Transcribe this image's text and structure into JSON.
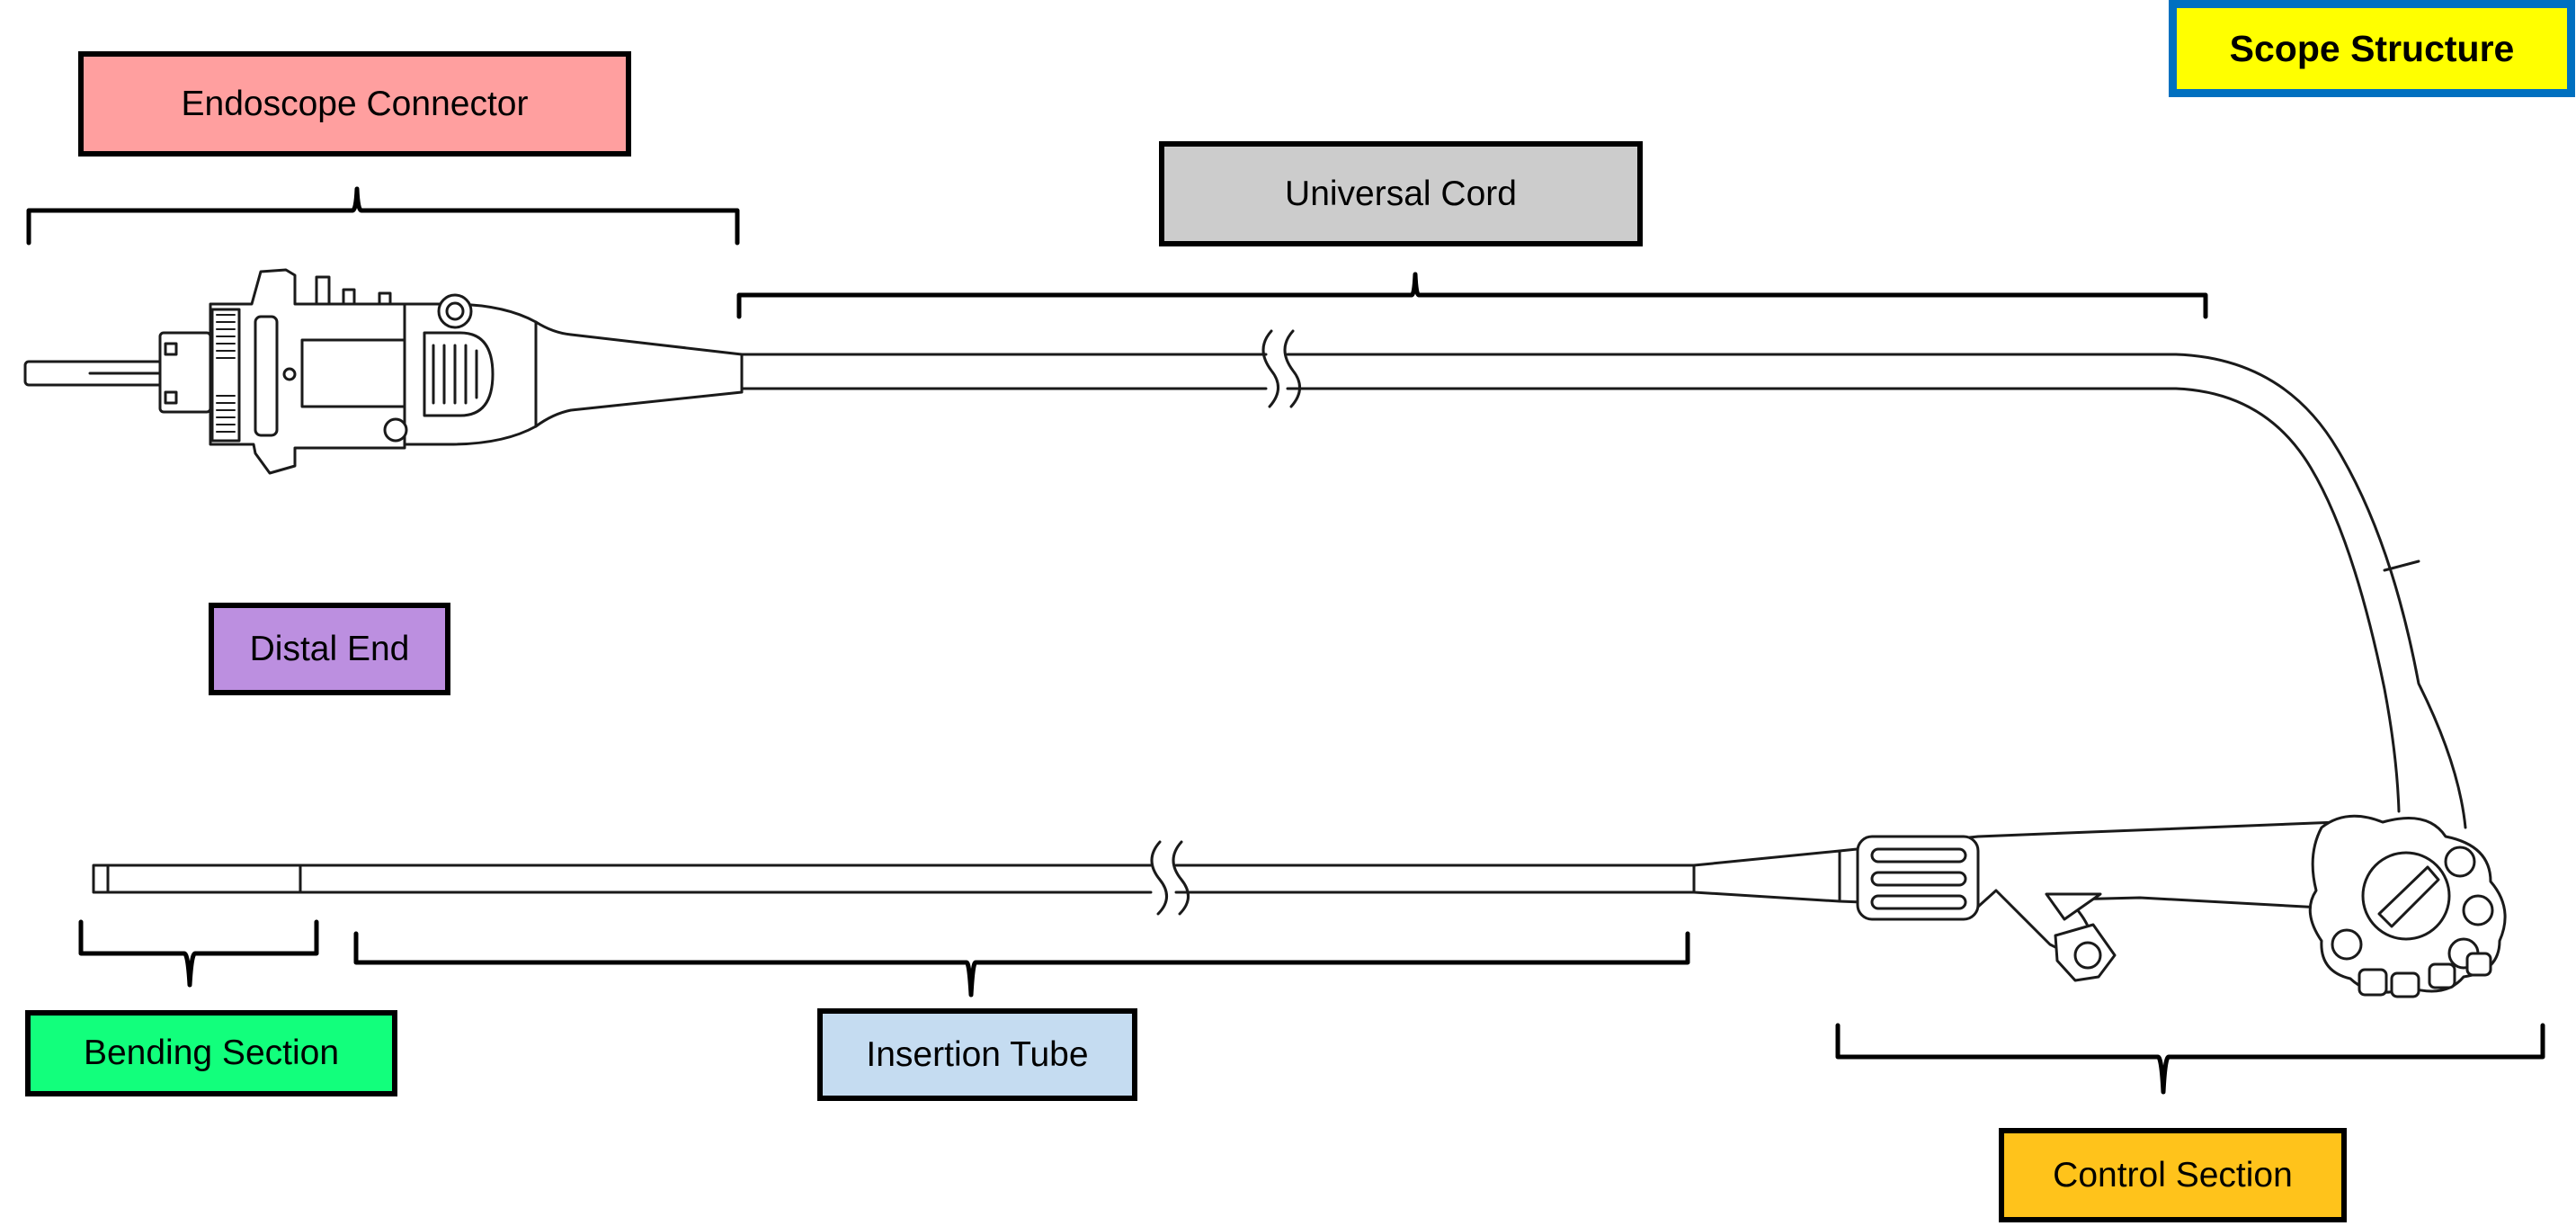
{
  "title": "Scope Structure",
  "colors": {
    "title_fill": "#ffff00",
    "title_border": "#0070c0",
    "endoscope_connector": "#ff9f9f",
    "universal_cord": "#cccccc",
    "distal_end": "#bc8fe0",
    "bending_section": "#12ff7c",
    "insertion_tube": "#c5dcf1",
    "control_section": "#ffc31b"
  },
  "labels": {
    "endoscope_connector": "Endoscope Connector",
    "universal_cord": "Universal Cord",
    "distal_end": "Distal End",
    "bending_section": "Bending Section",
    "insertion_tube": "Insertion Tube",
    "control_section": "Control Section"
  }
}
